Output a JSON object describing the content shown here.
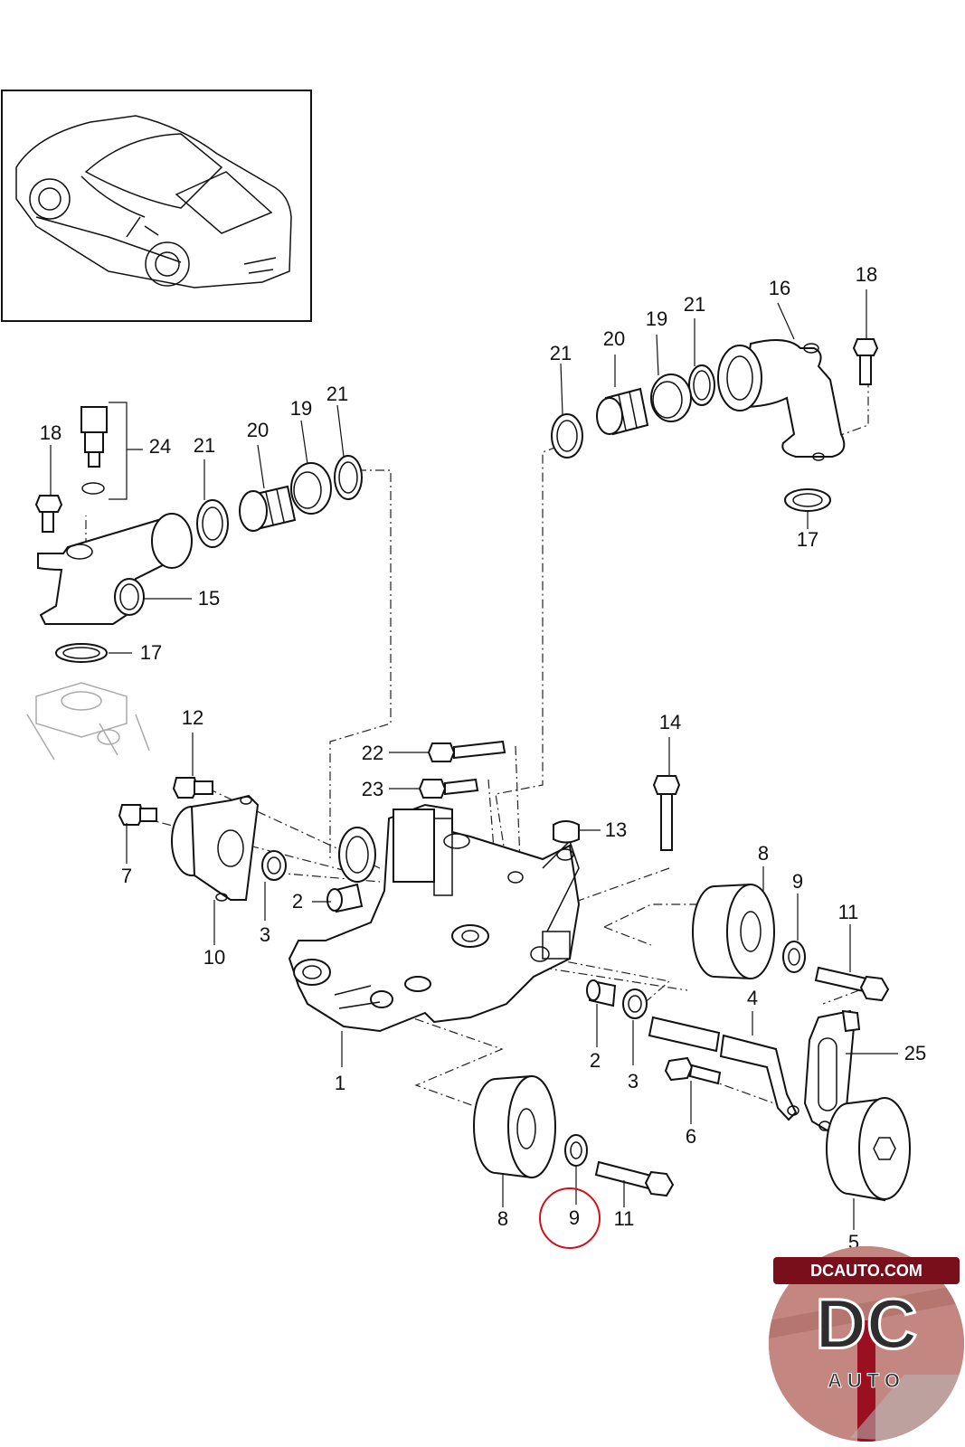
{
  "diagram": {
    "labels": {
      "p1": "1",
      "p2a": "2",
      "p2b": "2",
      "p3a": "3",
      "p3b": "3",
      "p4": "4",
      "p5": "5",
      "p6": "6",
      "p7": "7",
      "p8a": "8",
      "p8b": "8",
      "p9a": "9",
      "p9b": "9",
      "p10": "10",
      "p11a": "11",
      "p11b": "11",
      "p12": "12",
      "p13": "13",
      "p14": "14",
      "p15": "15",
      "p16": "16",
      "p17a": "17",
      "p17b": "17",
      "p18a": "18",
      "p18b": "18",
      "p19a": "19",
      "p19b": "19",
      "p20a": "20",
      "p20b": "20",
      "p21a": "21",
      "p21b": "21",
      "p21c": "21",
      "p21d": "21",
      "p22": "22",
      "p23": "23",
      "p24": "24",
      "p25": "25"
    },
    "highlighted_part": "9",
    "highlight_color": "#d0101a"
  },
  "watermark": {
    "domain_text": "DCAUTO.COM",
    "logo_text": "DC",
    "sub_text": "AUTO",
    "logo_color": "#a8142a"
  }
}
